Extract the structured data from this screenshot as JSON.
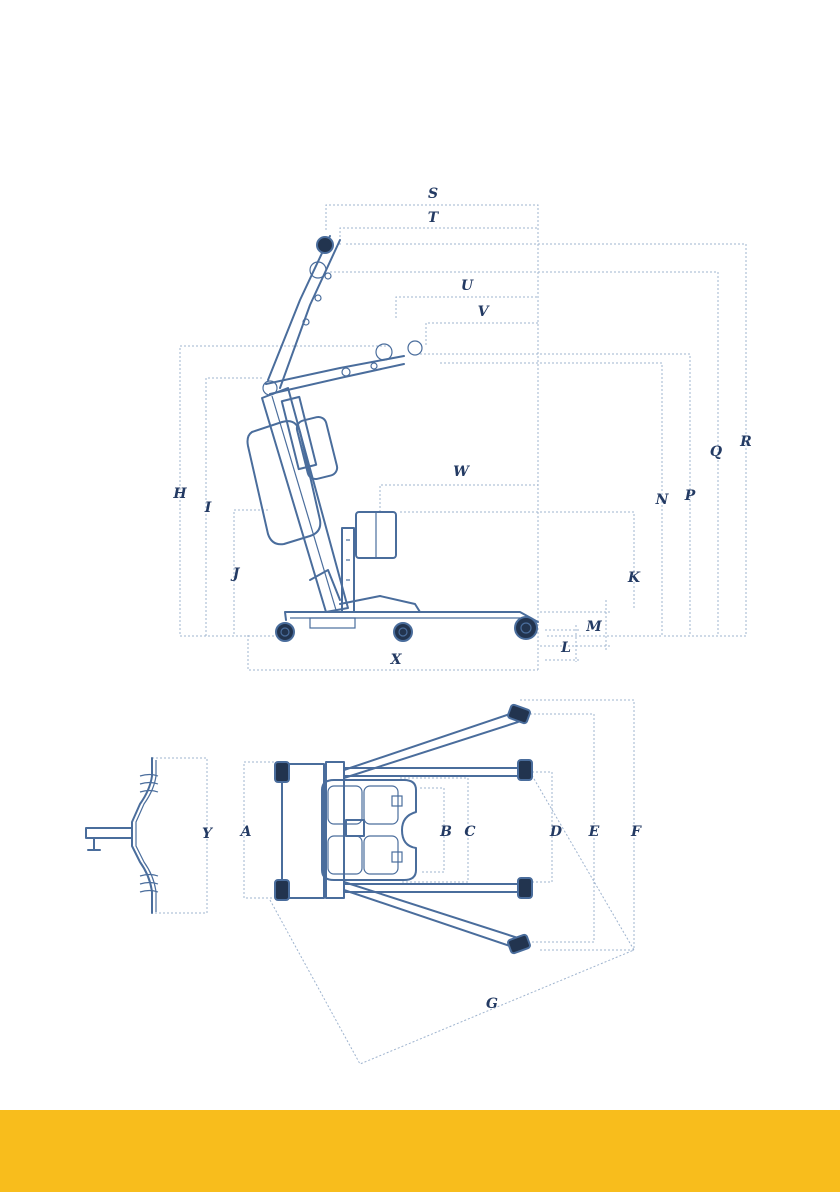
{
  "colors": {
    "ink": "#4a6d9c",
    "ink_light": "#9fb4cf",
    "wheel": "#22344f",
    "label": "#233a63",
    "band": "#f8bd1c",
    "background": "#ffffff"
  },
  "side_view": {
    "labels": {
      "S": "S",
      "T": "T",
      "U": "U",
      "V": "V",
      "W": "W",
      "H": "H",
      "I": "I",
      "J": "J",
      "K": "K",
      "N": "N",
      "P": "P",
      "Q": "Q",
      "R": "R",
      "M": "M",
      "L": "L",
      "X": "X"
    }
  },
  "top_view": {
    "labels": {
      "Y": "Y",
      "A": "A",
      "B": "B",
      "C": "C",
      "D": "D",
      "E": "E",
      "F": "F",
      "G": "G"
    }
  },
  "icons": {
    "side_view": "patient-lift-side-view",
    "top_view": "patient-lift-top-view",
    "spreader_bar": "spreader-bar-icon"
  }
}
